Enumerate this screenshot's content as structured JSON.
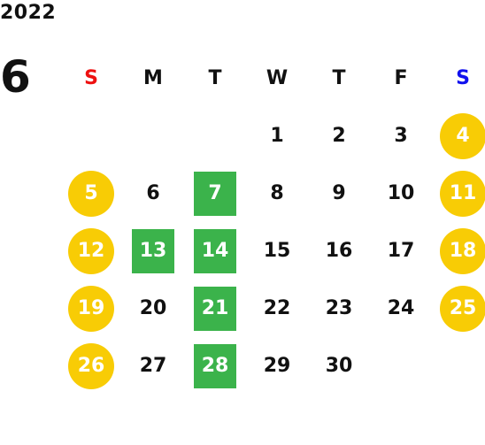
{
  "calendar": {
    "year": "2022",
    "month": "6",
    "weekdays": [
      "S",
      "M",
      "T",
      "W",
      "T",
      "F",
      "S"
    ],
    "weeks": [
      [
        "",
        "",
        "",
        "1",
        "2",
        "3",
        "4"
      ],
      [
        "5",
        "6",
        "7",
        "8",
        "9",
        "10",
        "11"
      ],
      [
        "12",
        "13",
        "14",
        "15",
        "16",
        "17",
        "18"
      ],
      [
        "19",
        "20",
        "21",
        "22",
        "23",
        "24",
        "25"
      ],
      [
        "26",
        "27",
        "28",
        "29",
        "30",
        "",
        ""
      ]
    ],
    "highlighted_days": [
      "7",
      "13",
      "14",
      "21",
      "28"
    ],
    "colors": {
      "sunday_header": "#ee1111",
      "saturday_header": "#1111ee",
      "weekend_circle": "#f8cc05",
      "highlight_square": "#3bb34b"
    }
  }
}
